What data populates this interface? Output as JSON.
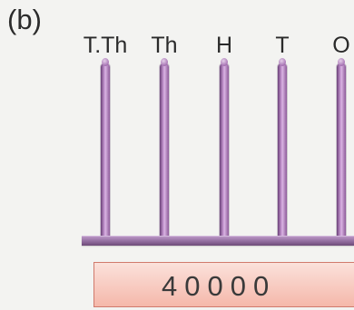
{
  "panel_label": "(b)",
  "places": [
    "T.Th",
    "Th",
    "H",
    "T",
    "O"
  ],
  "number": "40000"
}
